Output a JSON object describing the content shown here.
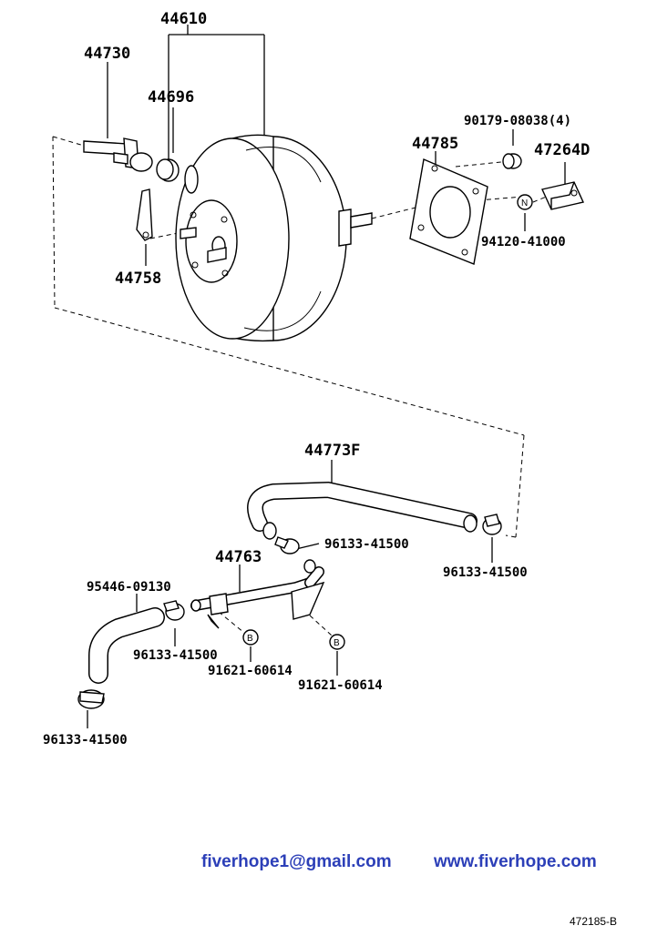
{
  "parts": {
    "booster_assy": "44610",
    "check_valve": "44730",
    "grommet": "44696",
    "gasket": "44785",
    "nut_90179": "90179-08038(4)",
    "bracket": "47264D",
    "clevis": "44758",
    "nut_94120": "94120-41000",
    "vacuum_hose_main": "44773F",
    "clip_upper_left": "96133-41500",
    "clip_upper_right": "96133-41500",
    "vacuum_tube": "44763",
    "hose_lower": "95446-09130",
    "clip_mid": "96133-41500",
    "bolt_left": "91621-60614",
    "bolt_right": "91621-60614",
    "clip_lower": "96133-41500"
  },
  "badges": {
    "nut_marker": "N",
    "bolt_marker_left": "B",
    "bolt_marker_right": "B"
  },
  "footer": {
    "email": "fiverhope1@gmail.com",
    "website": "www.fiverhope.com",
    "drawing_code": "472185-B"
  },
  "colors": {
    "footer_text": "#2c3fb8",
    "line": "#000000",
    "background": "#ffffff"
  }
}
